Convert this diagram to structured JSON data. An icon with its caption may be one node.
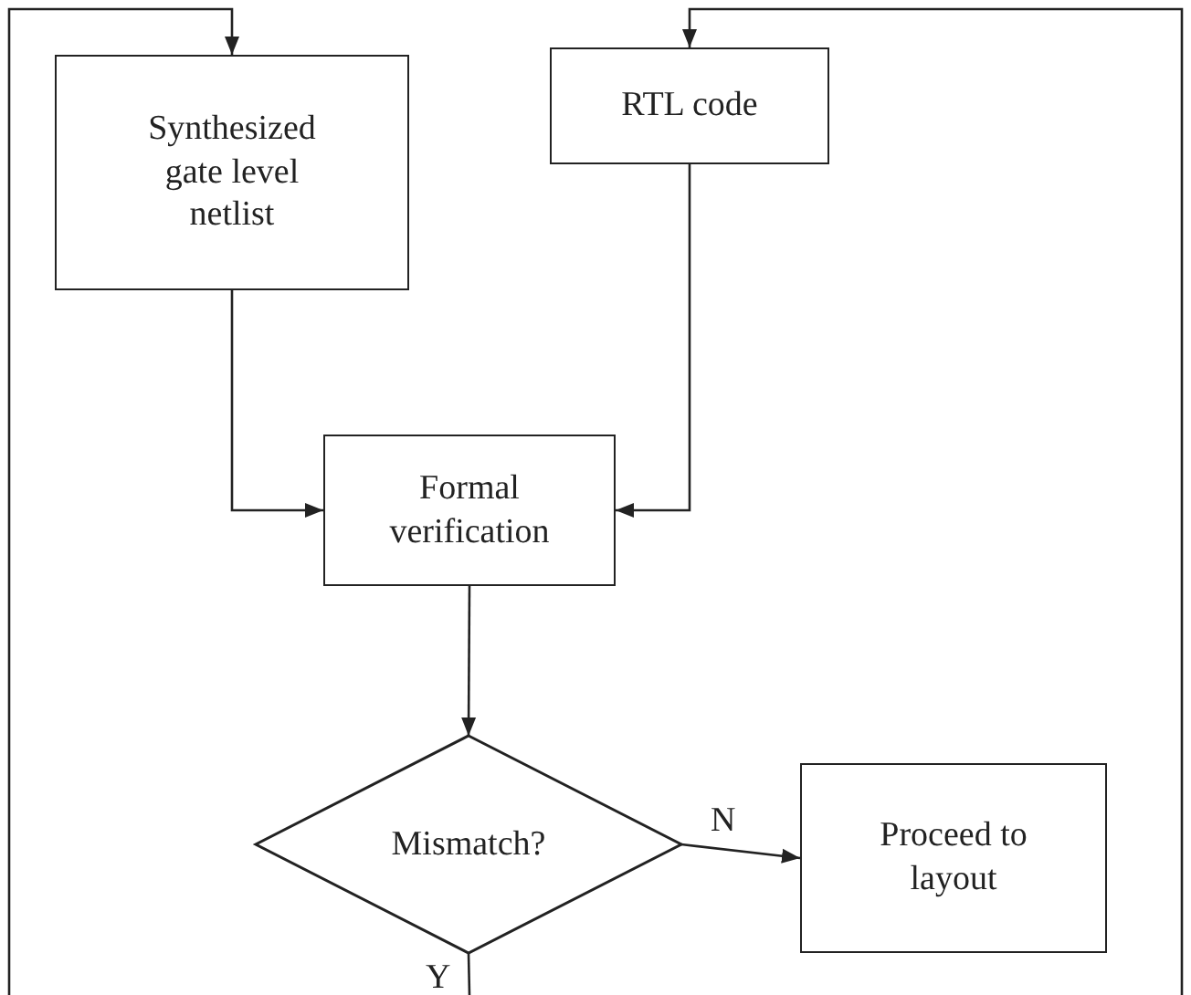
{
  "diagram": {
    "nodes": [
      {
        "text": [
          "Synthesized gate level netlist"
        ]
      },
      {
        "text": [
          "RTL code"
        ]
      },
      {
        "text": [
          "Formal verification"
        ]
      },
      {
        "text": [
          "Mismatch?"
        ]
      },
      {
        "text": [
          "Proceed to layout"
        ]
      }
    ],
    "edges": [
      {
        "from": null,
        "to": 0,
        "arrow": "to"
      },
      {
        "from": null,
        "to": 1,
        "arrow": "to"
      },
      {
        "from": 0,
        "to": 2,
        "arrow": "to"
      },
      {
        "from": 1,
        "to": 2,
        "arrow": "to"
      },
      {
        "from": 2,
        "to": 3,
        "arrow": "to"
      },
      {
        "from": 3,
        "to": 4,
        "arrow": "to",
        "label": "N"
      },
      {
        "from": 3,
        "to": null,
        "arrow": "none",
        "label": "Y"
      }
    ]
  }
}
